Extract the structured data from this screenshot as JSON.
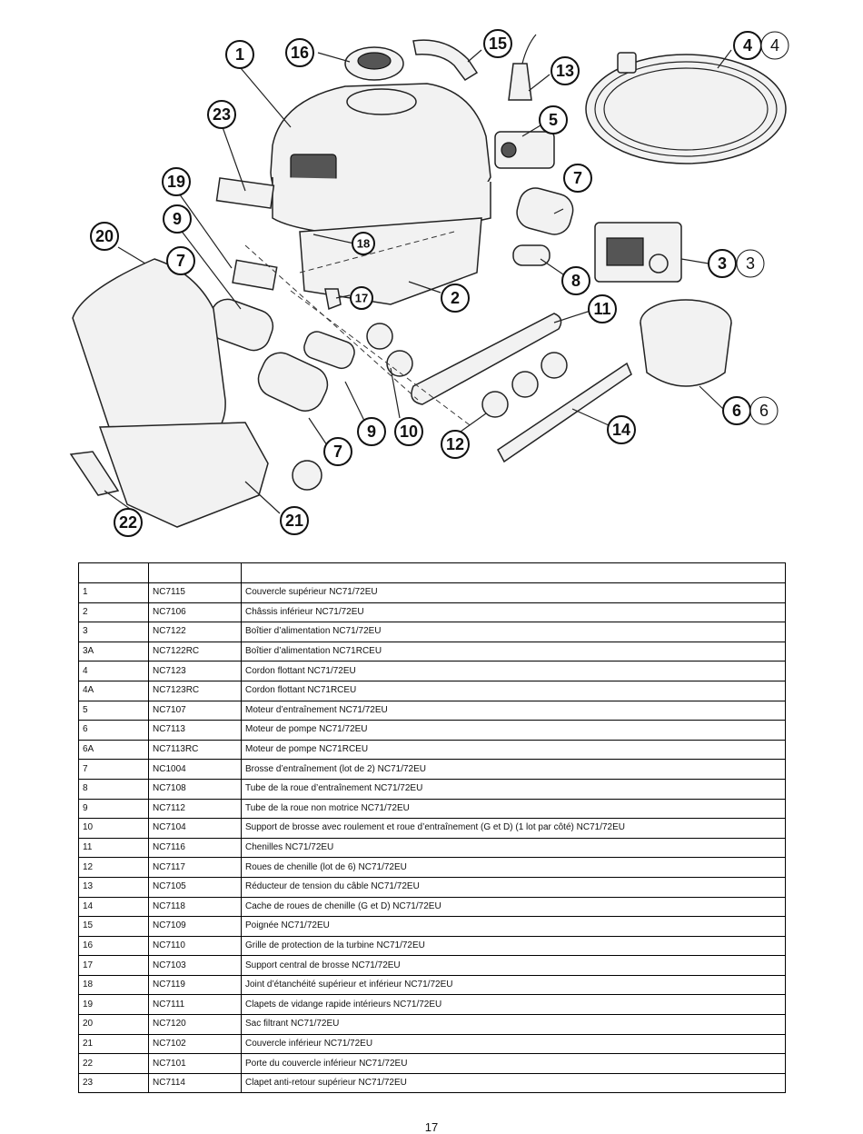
{
  "diagram": {
    "callouts": {
      "c1": "1",
      "c16": "16",
      "c15": "15",
      "c13": "13",
      "c4": "4",
      "c4b": "4",
      "c5": "5",
      "c23": "23",
      "c19": "19",
      "c7a": "7",
      "c9a": "9",
      "c20": "20",
      "c18": "18",
      "c3": "3",
      "c3b": "3",
      "c8": "8",
      "c17": "17",
      "c2": "2",
      "c7b": "7",
      "c11": "11",
      "c6": "6",
      "c6b": "6",
      "c9b": "9",
      "c10": "10",
      "c7c": "7",
      "c12": "12",
      "c14": "14",
      "c22": "22",
      "c21": "21"
    }
  },
  "table": {
    "headers": [
      "",
      "",
      ""
    ],
    "rows": [
      [
        "1",
        "NC7115",
        "Couvercle supérieur NC71/72EU"
      ],
      [
        "2",
        "NC7106",
        "Châssis inférieur NC71/72EU"
      ],
      [
        "3",
        "NC7122",
        "Boîtier d’alimentation NC71/72EU"
      ],
      [
        "3A",
        "NC7122RC",
        "Boîtier d’alimentation NC71RCEU"
      ],
      [
        "4",
        "NC7123",
        "Cordon flottant NC71/72EU"
      ],
      [
        "4A",
        "NC7123RC",
        "Cordon flottant NC71RCEU"
      ],
      [
        "5",
        "NC7107",
        "Moteur d’entraînement NC71/72EU"
      ],
      [
        "6",
        "NC7113",
        "Moteur de pompe NC71/72EU"
      ],
      [
        "6A",
        "NC7113RC",
        "Moteur de pompe NC71RCEU"
      ],
      [
        "7",
        "NC1004",
        "Brosse d’entraînement (lot de 2) NC71/72EU"
      ],
      [
        "8",
        "NC7108",
        "Tube de la roue d’entraînement NC71/72EU"
      ],
      [
        "9",
        "NC7112",
        "Tube de la roue non motrice NC71/72EU"
      ],
      [
        "10",
        "NC7104",
        "Support de brosse avec roulement et roue d’entraînement (G et D) (1 lot par côté) NC71/72EU"
      ],
      [
        "11",
        "NC7116",
        "Chenilles NC71/72EU"
      ],
      [
        "12",
        "NC7117",
        "Roues de chenille (lot de 6) NC71/72EU"
      ],
      [
        "13",
        "NC7105",
        "Réducteur de tension du câble NC71/72EU"
      ],
      [
        "14",
        "NC7118",
        "Cache de roues de chenille (G et D) NC71/72EU"
      ],
      [
        "15",
        "NC7109",
        "Poignée NC71/72EU"
      ],
      [
        "16",
        "NC7110",
        "Grille de protection de la turbine NC71/72EU"
      ],
      [
        "17",
        "NC7103",
        "Support central de brosse NC71/72EU"
      ],
      [
        "18",
        "NC7119",
        "Joint d’étanchéité supérieur et inférieur NC71/72EU"
      ],
      [
        "19",
        "NC7111",
        "Clapets de vidange rapide intérieurs NC71/72EU"
      ],
      [
        "20",
        "NC7120",
        "Sac filtrant NC71/72EU"
      ],
      [
        "21",
        "NC7102",
        "Couvercle inférieur NC71/72EU"
      ],
      [
        "22",
        "NC7101",
        "Porte du couvercle inférieur NC71/72EU"
      ],
      [
        "23",
        "NC7114",
        "Clapet anti-retour supérieur NC71/72EU"
      ]
    ]
  },
  "page_number": "17"
}
